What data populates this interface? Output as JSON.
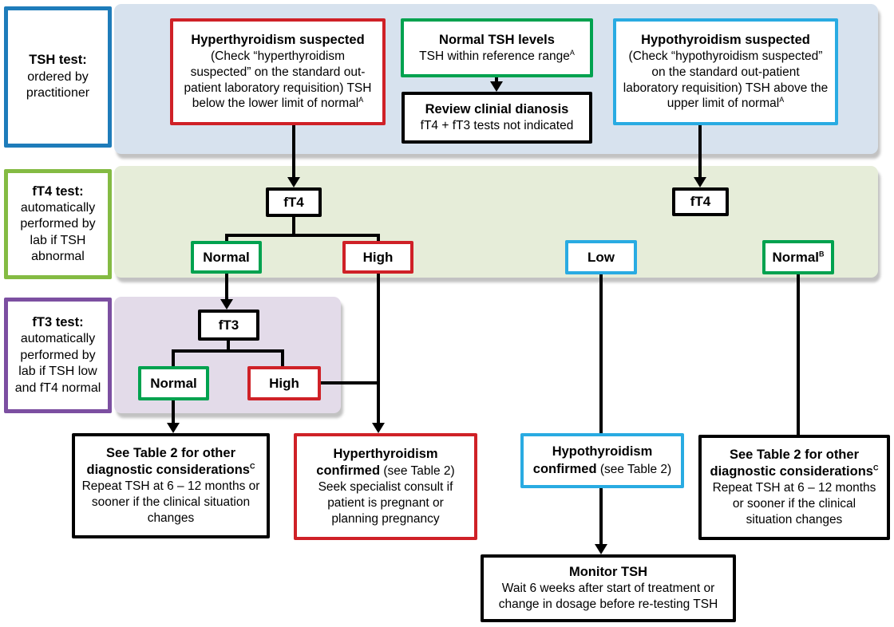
{
  "title": "TSH testing algorithm flowchart",
  "palette": {
    "band_blue": "#d7e2ee",
    "band_green": "#e6edd9",
    "band_purple": "#e3dbe9",
    "border_blue": "#1e7cba",
    "border_cyan": "#29abe2",
    "border_red": "#cf2127",
    "border_green": "#00a24f",
    "border_lime": "#84bb43",
    "border_purple": "#7c4fa1",
    "line_black": "#000000"
  },
  "stages": {
    "tsh": {
      "title": "TSH test:",
      "body": "ordered by practitioner"
    },
    "ft4": {
      "title": "fT4 test:",
      "body": "automatically performed by lab if TSH abnormal"
    },
    "ft3": {
      "title": "fT3 test:",
      "body": "automatically performed by lab if TSH low and fT4 normal"
    }
  },
  "nodes": {
    "hyper_suspected": {
      "title": "Hyperthyroidism suspected",
      "body": "(Check “hyperthyroidism suspected” on the standard out-patient laboratory requisition)  TSH below the lower limit of normal",
      "sup": "A"
    },
    "normal_tsh": {
      "title": "Normal TSH levels",
      "body": "TSH within reference range",
      "sup": "A"
    },
    "hypo_suspected": {
      "title": "Hypothyroidism suspected",
      "body": "(Check “hypothyroidism suspected” on the standard out-patient laboratory requisition)  TSH above the upper limit of normal",
      "sup": "A"
    },
    "review": {
      "title": "Review clinial dianosis",
      "body": "fT4 + fT3 tests not indicated"
    },
    "ft4_left": {
      "label": "fT4"
    },
    "ft4_normal_left": {
      "label": "Normal"
    },
    "ft4_high_left": {
      "label": "High"
    },
    "ft4_right": {
      "label": "fT4"
    },
    "ft4_low": {
      "label": "Low"
    },
    "ft4_normal_right": {
      "label": "Normal",
      "sup": "B"
    },
    "ft3_node": {
      "label": "fT3"
    },
    "ft3_normal": {
      "label": "Normal"
    },
    "ft3_high": {
      "label": "High"
    },
    "table2_left": {
      "title": "See Table 2 for other diagnostic considerations",
      "sup": "C",
      "body": "Repeat TSH at 6 – 12 months or sooner if the clinical situation changes"
    },
    "hyper_confirmed": {
      "title": "Hyperthyroidism confirmed",
      "suffix": " (see Table 2)",
      "body": "Seek specialist consult if patient is pregnant or planning pregnancy"
    },
    "hypo_confirmed": {
      "title": "Hypothyroidism confirmed",
      "suffix": " (see Table 2)"
    },
    "table2_right": {
      "title": "See Table 2 for other diagnostic considerations",
      "sup": "C",
      "body": "Repeat TSH at 6 – 12 months or sooner if the clinical situation changes"
    },
    "monitor": {
      "title": "Monitor TSH",
      "body": "Wait 6 weeks after start of treatment or change in dosage before re-testing TSH"
    }
  }
}
